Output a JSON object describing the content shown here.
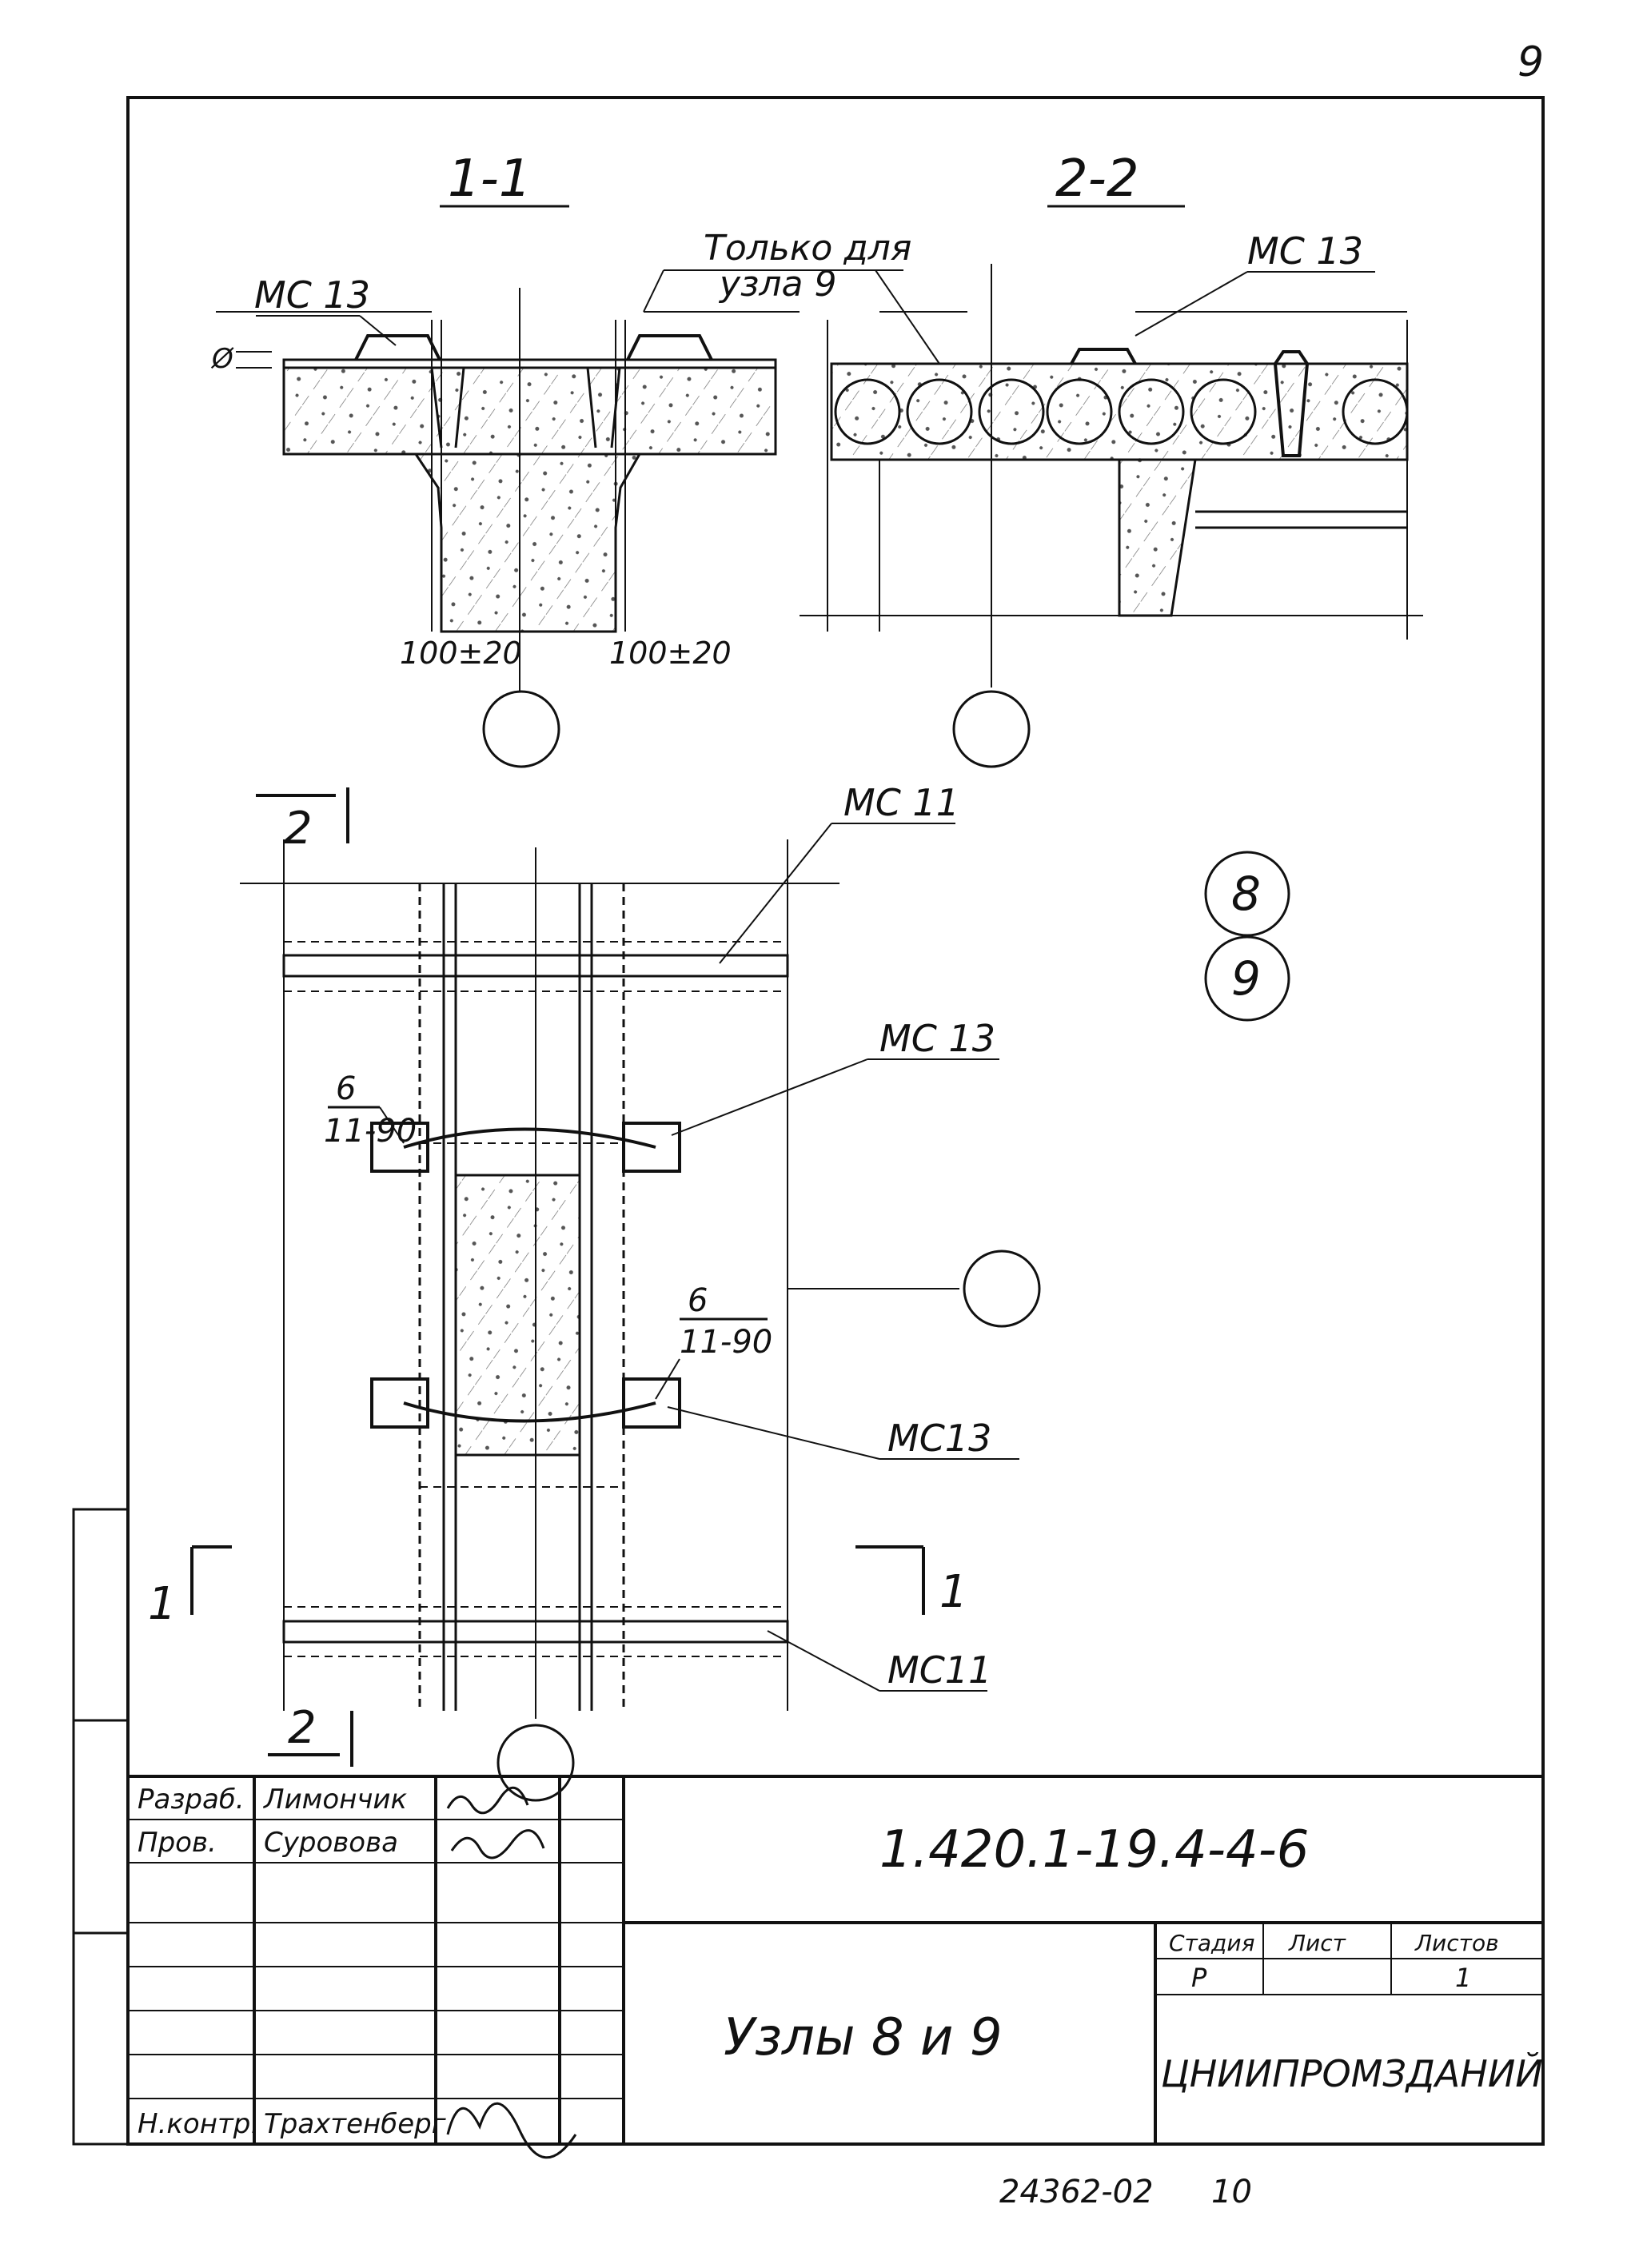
{
  "page_mark": "9",
  "sections": {
    "s1": "1-1",
    "s2": "2-2"
  },
  "labels": {
    "ms13_a": "МС 13",
    "ms13_b": "МС 13",
    "ms13_c": "МС 13",
    "ms13_d": "МС13",
    "ms11_a": "МС 11",
    "ms11_b": "МС11",
    "only_for_node_l1": "Только для",
    "only_for_node_l2": "узла 9",
    "dim_d": "Ø",
    "tol_left": "100±20",
    "tol_right": "100±20",
    "rebar_top_num": "6",
    "rebar_top_den": "11-90",
    "rebar_bot_num": "6",
    "rebar_bot_den": "11-90",
    "cut_2_top": "2",
    "cut_2_bot": "2",
    "cut_1_left": "1",
    "cut_1_right": "1"
  },
  "node_marks": [
    "8",
    "9"
  ],
  "title_block": {
    "row1_role": "Разраб.",
    "row1_name": "Лимончик",
    "row2_role": "Пров.",
    "row2_name": "Суровова",
    "row6_role": "Н.контр.",
    "row6_name": "Трахтенберг",
    "designation": "1.420.1-19.4-4-6",
    "title": "Узлы 8 и 9",
    "stage_hdr": "Стадия",
    "sheet_hdr": "Лист",
    "sheets_hdr": "Листов",
    "stage_val": "Р",
    "sheets_val": "1",
    "org": "ЦНИИПРОМЗДАНИЙ"
  },
  "footer": {
    "inv": "24362-02",
    "page": "10"
  }
}
